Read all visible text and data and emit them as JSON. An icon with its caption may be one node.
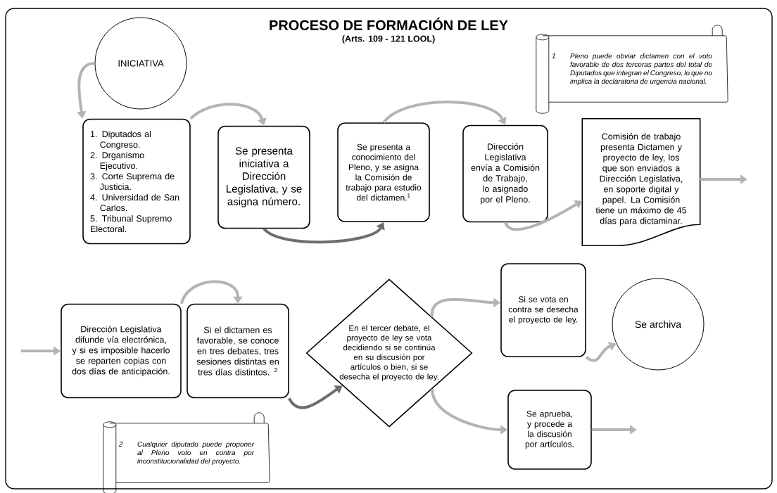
{
  "diagram": {
    "title": "PROCESO DE FORMACIÓN DE LEY",
    "nodes": [
      {
        "text": [
          "INICIATIVA"
        ]
      },
      {
        "text": [
          "1. Diputados al Congreso.",
          "2. Drganismo Ejecutivo.",
          "3. Corte Suprema de Justicia.",
          "4. Universidad de San Carlos.",
          "5. Tribunal Supremo Electoral."
        ]
      },
      {
        "text": [
          "Se presenta iniciativa a Dirección Legislativa, y se asigna número."
        ]
      },
      {
        "text": [
          "Se presenta a conocimiento del Pleno, y se asigna la Comisión de trabajo para estudio del dictamen.$^{1}$"
        ]
      },
      {
        "text": [
          "Dirección Legislativa envía a Comisión de Trabajo, lo asignado por el Pleno."
        ]
      },
      {
        "text": [
          "Comisión de trabajo presenta Dictamen y proyecto de ley, los que son enviados a Dirección Legislativa, en soporte digital y papel. La Comisión tiene un máximo de 45 días para dictaminar."
        ]
      },
      {
        "text": [
          "1",
          "Pleno puede obviar dictamen con el voto favorable de dos terceras partes del total de Diputados que integran el Congreso, lo que no implica la declaratoria de urgencia nacional."
        ]
      },
      {
        "text": [
          "Dirección Legislativa difunde vía electrónica, y si es imposible hacerlo se reparten copias con dos días de anticipación."
        ]
      },
      {
        "text": [
          "Si el dictamen es favorable, se conoce en tres debates, tres sesiones distintas en tres días distintos. $^{2}$"
        ]
      },
      {
        "text": [
          "En el tercer debate, el proyecto de ley se vota decidiendo si se continúa en su discusión por artículos o bien, si se desecha el proyecto de ley."
        ]
      },
      {
        "text": [
          "Si se vota en contra se desecha el proyecto de ley."
        ]
      },
      {
        "text": [
          "Se archiva"
        ]
      },
      {
        "text": [
          "Se aprueba, y procede a la discusión por artículos."
        ]
      },
      {
        "text": [
          "2",
          "Cualquier diputado puede proponer al Pleno voto en contra por inconstitucionalidad del proyecto."
        ]
      }
    ],
    "edges": [
      {
        "from": 0,
        "to": 1,
        "arrow": "to"
      },
      {
        "from": 1,
        "to": 2,
        "arrow": "to"
      },
      {
        "from": 2,
        "to": 3,
        "arrow": "to",
        "color": "#6e6e6e"
      },
      {
        "from": 3,
        "to": 4,
        "arrow": "to"
      },
      {
        "from": 4,
        "to": 5,
        "arrow": "to"
      },
      {
        "from": 5,
        "to": null,
        "arrow": "to"
      },
      {
        "from": null,
        "to": 7,
        "arrow": "to"
      },
      {
        "from": 7,
        "to": 8,
        "arrow": "to"
      },
      {
        "from": 8,
        "to": 9,
        "arrow": "to",
        "color": "#6e6e6e"
      },
      {
        "from": 9,
        "to": 10,
        "arrow": "to"
      },
      {
        "from": 10,
        "to": 11,
        "arrow": "to"
      },
      {
        "from": 9,
        "to": 12,
        "arrow": "to"
      },
      {
        "from": 12,
        "to": null,
        "arrow": "to"
      }
    ],
    "labels": [
      "(Arts. 109 - 121 LOOL)"
    ]
  }
}
